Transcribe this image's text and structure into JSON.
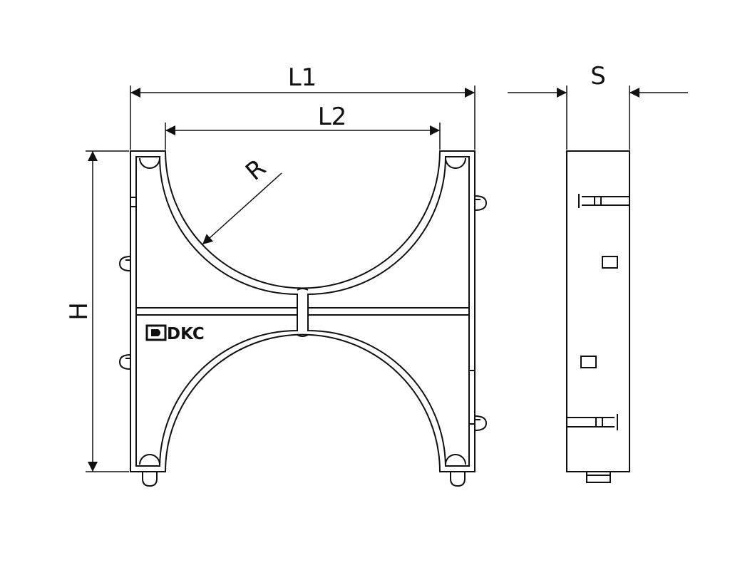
{
  "labels": {
    "l1": "L1",
    "l2": "L2",
    "s": "S",
    "h": "H",
    "r": "R"
  },
  "logo": {
    "text": "DKC"
  },
  "colors": {
    "line": "#111111",
    "background": "#ffffff"
  }
}
